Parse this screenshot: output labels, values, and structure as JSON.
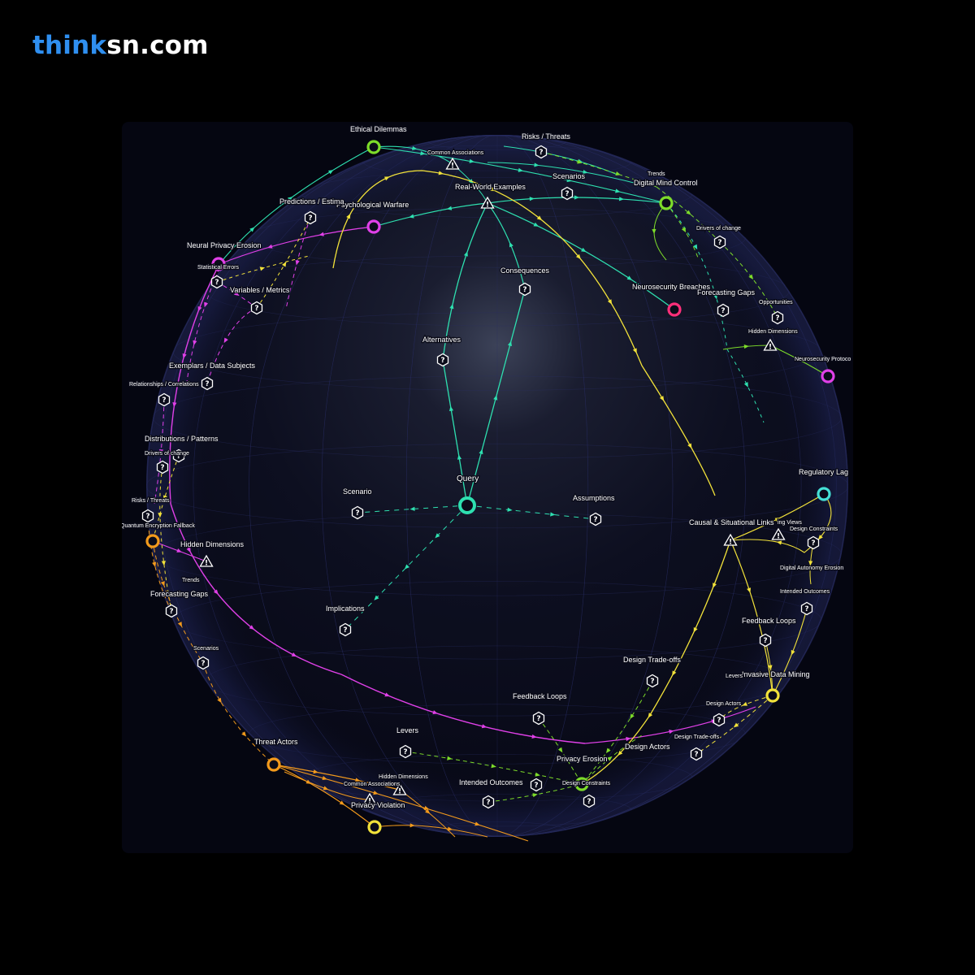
{
  "brand": {
    "part1": "think",
    "part2": "sn.com"
  },
  "colors": {
    "brand_blue": "#2f8ff0",
    "teal": "#2ee0b0",
    "green": "#7ddc2a",
    "magenta": "#e040e8",
    "yellow": "#f2e23a",
    "orange": "#f39a1c",
    "pink": "#ff2f7a",
    "cyan": "#45e0d6"
  },
  "graph": {
    "nodes": [
      {
        "id": "query",
        "label": "Query",
        "shape": "circle",
        "color": "#2ee0b0"
      },
      {
        "id": "scenario",
        "label": "Scenario",
        "shape": "question"
      },
      {
        "id": "assumptions",
        "label": "Assumptions",
        "shape": "question"
      },
      {
        "id": "implications",
        "label": "Implications",
        "shape": "question"
      },
      {
        "id": "alternatives",
        "label": "Alternatives",
        "shape": "question"
      },
      {
        "id": "consequences",
        "label": "Consequences",
        "shape": "question"
      },
      {
        "id": "real-world",
        "label": "Real-World Examples",
        "shape": "warning"
      },
      {
        "id": "ethical",
        "label": "Ethical Dilemmas",
        "shape": "circle",
        "color": "#7ddc2a"
      },
      {
        "id": "common-assoc-top",
        "label": "Common Associations",
        "shape": "warning"
      },
      {
        "id": "risks-top",
        "label": "Risks / Threats",
        "shape": "question"
      },
      {
        "id": "scenarios-top",
        "label": "Scenarios",
        "shape": "question"
      },
      {
        "id": "trends-top",
        "label": "Trends",
        "shape": "none"
      },
      {
        "id": "digital-mind",
        "label": "Digital Mind Control",
        "shape": "circle",
        "color": "#7ddc2a"
      },
      {
        "id": "psych-warfare",
        "label": "Psychological Warfare",
        "shape": "circle",
        "color": "#e040e8"
      },
      {
        "id": "predictions",
        "label": "Predictions / Estima",
        "shape": "question"
      },
      {
        "id": "neural-privacy",
        "label": "Neural Privacy Erosion",
        "shape": "circle",
        "color": "#e040e8"
      },
      {
        "id": "stat-errors",
        "label": "Statistical Errors",
        "shape": "question"
      },
      {
        "id": "variables",
        "label": "Variables / Metrics",
        "shape": "question"
      },
      {
        "id": "neurosec-breaches",
        "label": "Neurosecurity Breaches",
        "shape": "circle",
        "color": "#ff2f7a"
      },
      {
        "id": "drivers-right",
        "label": "Drivers of change",
        "shape": "question"
      },
      {
        "id": "forecasting-right",
        "label": "Forecasting Gaps",
        "shape": "question"
      },
      {
        "id": "opportunities",
        "label": "Opportunities",
        "shape": "question"
      },
      {
        "id": "hidden-right",
        "label": "Hidden Dimensions",
        "shape": "warning"
      },
      {
        "id": "neurosec-protocols",
        "label": "Neurosecurity Protoco",
        "shape": "circle",
        "color": "#e040e8"
      },
      {
        "id": "exemplars",
        "label": "Exemplars / Data Subjects",
        "shape": "question"
      },
      {
        "id": "relationships",
        "label": "Relationships / Correlations",
        "shape": "question"
      },
      {
        "id": "distributions",
        "label": "Distributions / Patterns",
        "shape": "question"
      },
      {
        "id": "drivers-left",
        "label": "Drivers of change",
        "shape": "question"
      },
      {
        "id": "risks-left",
        "label": "Risks / Threats",
        "shape": "question"
      },
      {
        "id": "quantum",
        "label": "Quantum Encryption Fallback",
        "shape": "circle",
        "color": "#f39a1c"
      },
      {
        "id": "hidden-left",
        "label": "Hidden Dimensions",
        "shape": "warning"
      },
      {
        "id": "trends-left",
        "label": "Trends",
        "shape": "none"
      },
      {
        "id": "forecasting-left",
        "label": "Forecasting Gaps",
        "shape": "question"
      },
      {
        "id": "scenarios-left",
        "label": "Scenarios",
        "shape": "question"
      },
      {
        "id": "regulatory-lag",
        "label": "Regulatory Lag",
        "shape": "circle",
        "color": "#45e0d6"
      },
      {
        "id": "causal",
        "label": "Causal & Situational Links",
        "shape": "warning"
      },
      {
        "id": "views",
        "label": "ing Views",
        "shape": "warning"
      },
      {
        "id": "design-constraints-right",
        "label": "Design Constraints",
        "shape": "question"
      },
      {
        "id": "digital-autonomy",
        "label": "Digital Autonomy Erosion",
        "shape": "none"
      },
      {
        "id": "intended-right",
        "label": "Intended Outcomes",
        "shape": "question"
      },
      {
        "id": "feedback-right",
        "label": "Feedback Loops",
        "shape": "question"
      },
      {
        "id": "invasive",
        "label": "Invasive Data Mining",
        "shape": "circle",
        "color": "#f2e23a"
      },
      {
        "id": "levers-right",
        "label": "Levers",
        "shape": "none"
      },
      {
        "id": "design-actors-right",
        "label": "Design Actors",
        "shape": "question"
      },
      {
        "id": "design-tradeoffs-right",
        "label": "Design Trade-offs",
        "shape": "question"
      },
      {
        "id": "design-tradeoffs",
        "label": "Design Trade-offs",
        "shape": "question"
      },
      {
        "id": "feedback-loops",
        "label": "Feedback Loops",
        "shape": "question"
      },
      {
        "id": "levers",
        "label": "Levers",
        "shape": "question"
      },
      {
        "id": "privacy-erosion",
        "label": "Privacy Erosion",
        "shape": "circle",
        "color": "#7ddc2a"
      },
      {
        "id": "design-actors",
        "label": "Design Actors",
        "shape": "question"
      },
      {
        "id": "intended-bottom",
        "label": "Intended Outcomes",
        "shape": "question"
      },
      {
        "id": "design-constraints-bottom",
        "label": "Design Constraints",
        "shape": "question"
      },
      {
        "id": "threat-actors",
        "label": "Threat Actors",
        "shape": "circle",
        "color": "#f39a1c"
      },
      {
        "id": "hidden-bottom",
        "label": "Hidden Dimensions",
        "shape": "warning"
      },
      {
        "id": "common-assoc-bottom",
        "label": "Common Associations",
        "shape": "warning"
      },
      {
        "id": "privacy-violation",
        "label": "Privacy Violation",
        "shape": "circle",
        "color": "#f2e23a"
      }
    ]
  }
}
